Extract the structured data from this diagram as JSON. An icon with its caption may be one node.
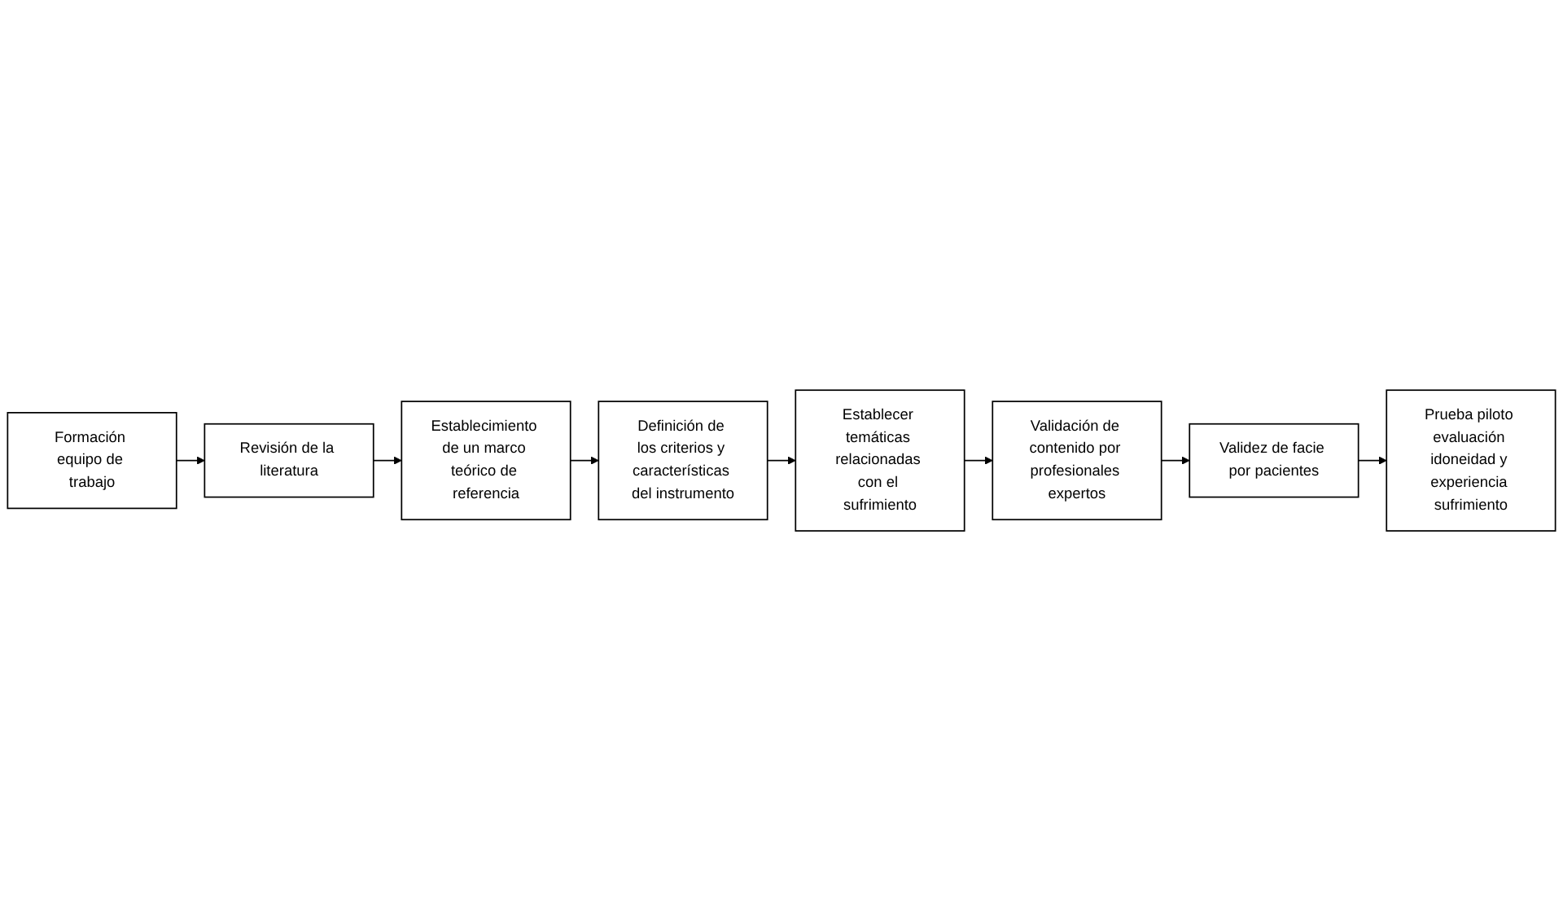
{
  "diagram": {
    "nodes": [
      {
        "text": [
          "Formación equipo de trabajo"
        ]
      },
      {
        "text": [
          "Revisión de la literatura"
        ]
      },
      {
        "text": [
          "Establecimiento de un marco teórico de referencia"
        ]
      },
      {
        "text": [
          "Definición de los criterios y características del instrumento"
        ]
      },
      {
        "text": [
          "Establecer temáticas relacionadas con el sufrimiento"
        ]
      },
      {
        "text": [
          "Validación de contenido por profesionales expertos"
        ]
      },
      {
        "text": [
          "Validez de facie por pacientes"
        ]
      },
      {
        "text": [
          "Prueba piloto evaluación idoneidad y experiencia sufrimiento"
        ]
      }
    ],
    "edges": [
      {
        "from": 0,
        "to": 1,
        "arrow": "to"
      },
      {
        "from": 1,
        "to": 2,
        "arrow": "to"
      },
      {
        "from": 2,
        "to": 3,
        "arrow": "to"
      },
      {
        "from": 3,
        "to": 4,
        "arrow": "to"
      },
      {
        "from": 4,
        "to": 5,
        "arrow": "to"
      },
      {
        "from": 5,
        "to": 6,
        "arrow": "to"
      },
      {
        "from": 6,
        "to": 7,
        "arrow": "to"
      }
    ]
  }
}
